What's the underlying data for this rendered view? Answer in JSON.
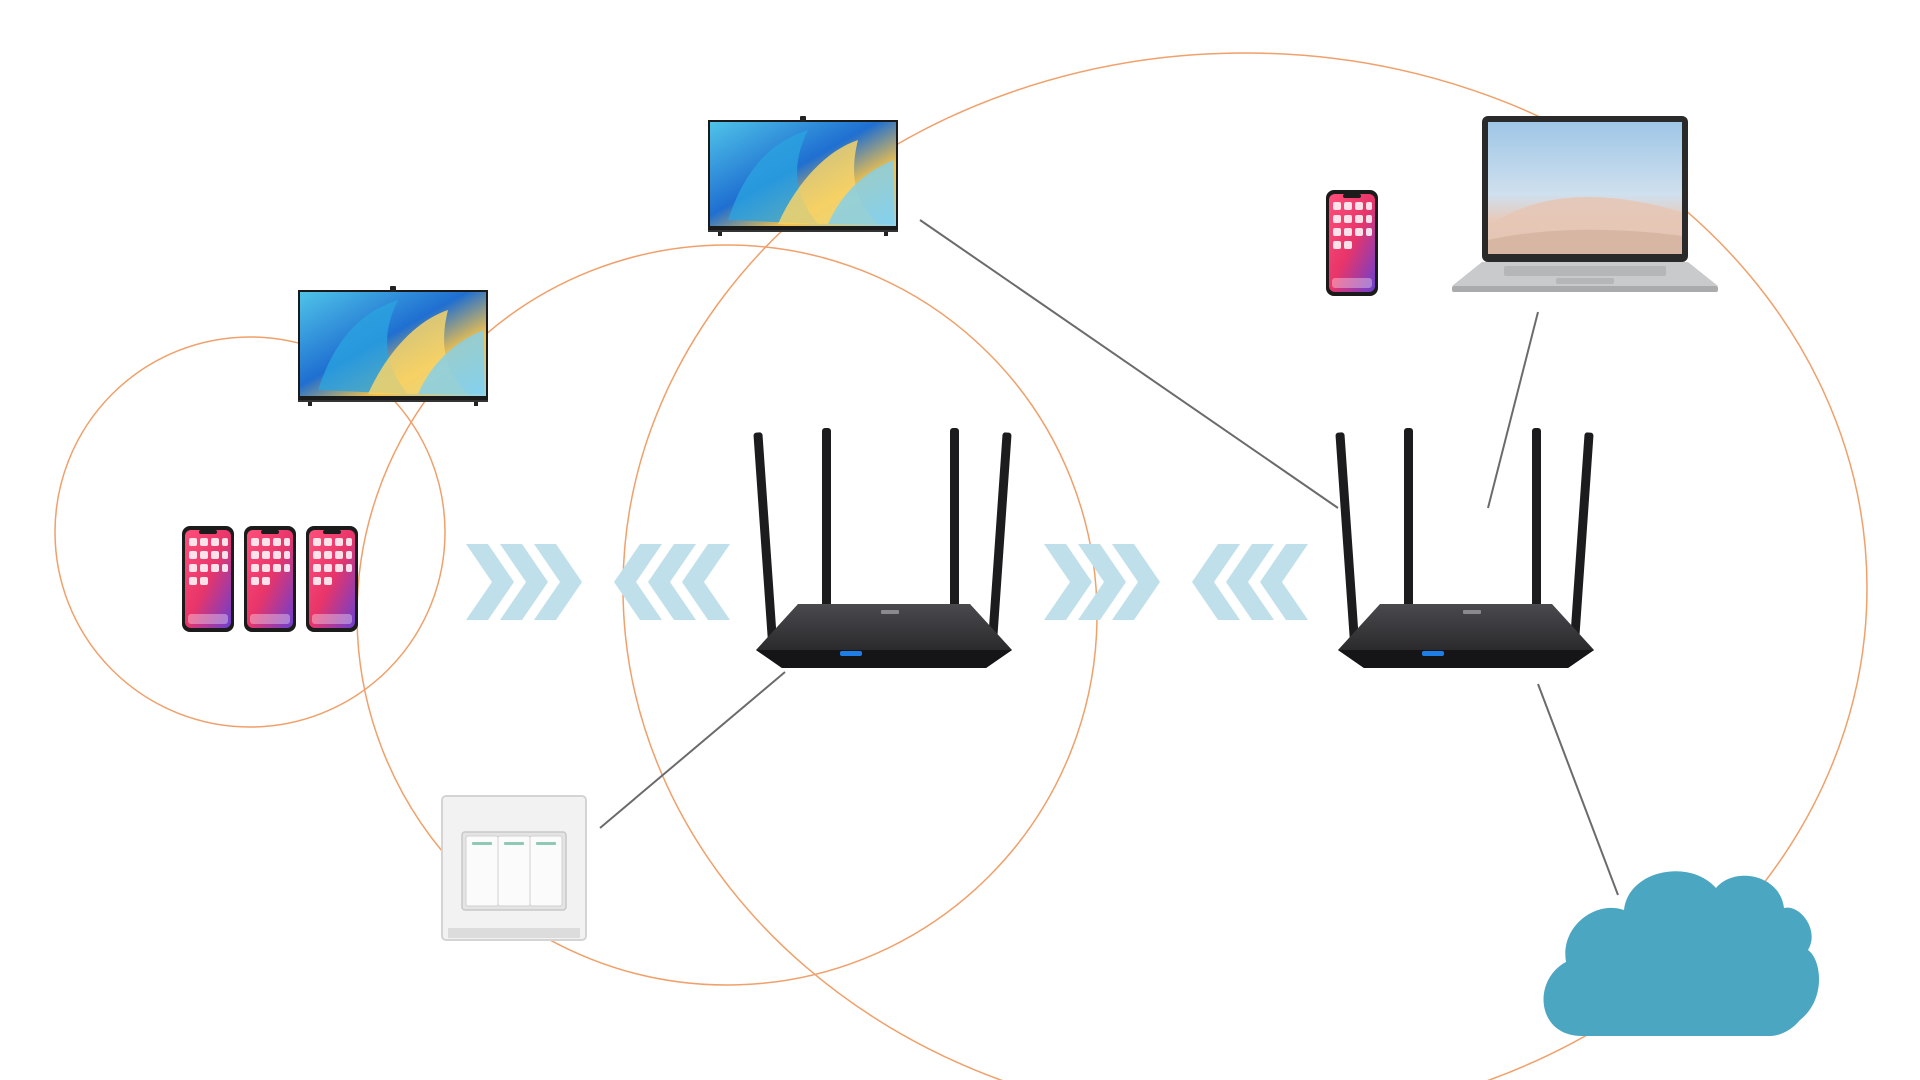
{
  "diagram": {
    "colors": {
      "background": "#ffffff",
      "coverage_ring": "#f0a06a",
      "link_line": "#6b6b6b",
      "signal_chevron": "#bfe0ea",
      "router_body": "#2a2a2d",
      "router_antenna": "#1c1c1e",
      "router_led": "#1f7de8",
      "cloud": "#4ba6c2",
      "switch_plate": "#f2f2f2",
      "tv_bezel": "#1a1a1a",
      "laptop_body": "#c8cacc"
    },
    "nodes": [
      {
        "id": "router-1",
        "icon": "wifi-router-icon"
      },
      {
        "id": "router-2",
        "icon": "wifi-router-icon"
      },
      {
        "id": "tv-1",
        "icon": "smart-tv-icon"
      },
      {
        "id": "tv-2",
        "icon": "smart-tv-icon"
      },
      {
        "id": "phones",
        "icon": "smartphone-icon",
        "count": 3
      },
      {
        "id": "phone-single",
        "icon": "smartphone-icon"
      },
      {
        "id": "laptop",
        "icon": "laptop-icon"
      },
      {
        "id": "wall-switch",
        "icon": "wall-light-switch-icon"
      },
      {
        "id": "cloud",
        "icon": "cloud-icon"
      }
    ],
    "edges": [
      {
        "from": "wall-switch",
        "to": "router-1"
      },
      {
        "from": "tv-2",
        "to": "router-2"
      },
      {
        "from": "laptop",
        "to": "router-2"
      },
      {
        "from": "router-2",
        "to": "cloud"
      }
    ],
    "signal_arrows": [
      {
        "between": [
          "phones",
          "router-1"
        ],
        "direction": "bidirectional"
      },
      {
        "between": [
          "router-1",
          "router-2"
        ],
        "direction": "bidirectional"
      }
    ],
    "coverage_rings": 4
  }
}
